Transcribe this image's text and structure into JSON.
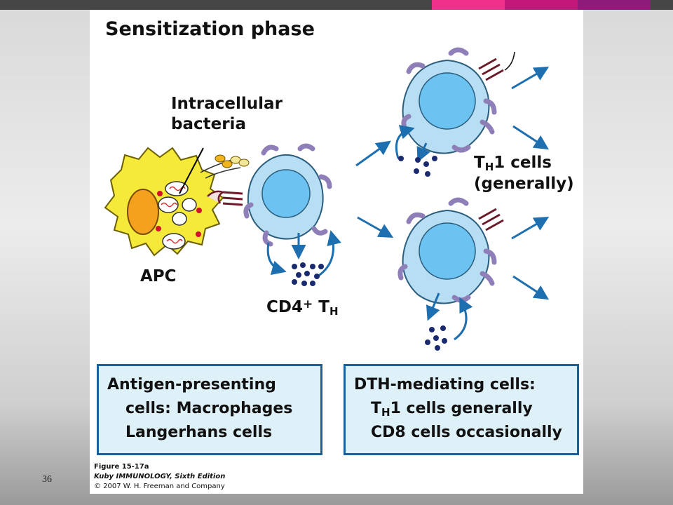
{
  "slide_number": "36",
  "colors": {
    "topbar": "#454545",
    "strip_pink": "#f0308a",
    "strip_magenta": "#c2187a",
    "strip_purple": "#8e1a7a",
    "cell": "#b8def3",
    "nucleus": "#6cc3f1",
    "arrow": "#1e6fb0"
  },
  "figure": {
    "title": "Sensitization phase",
    "labels": {
      "intracellular_1": "Intracellular",
      "intracellular_2": "bacteria",
      "apc": "APC",
      "cd4_prefix": "CD4",
      "cd4_plus": "+",
      "cd4_t": " T",
      "cd4_sub": "H",
      "th1_t": "T",
      "th1_sub": "H",
      "th1_rest": "1 cells",
      "th1_generally": "(generally)"
    },
    "box_left": {
      "line1": "Antigen-presenting",
      "line2": "cells: Macrophages",
      "line3": "Langerhans cells"
    },
    "box_right": {
      "line1": "DTH-mediating cells:",
      "line2_t": "T",
      "line2_sub": "H",
      "line2_rest": "1 cells generally",
      "line3": "CD8 cells occasionally"
    },
    "caption": {
      "figure": "Figure 15-17a",
      "book": "Kuby IMMUNOLOGY, Sixth Edition",
      "copyright": "© 2007 W. H. Freeman and Company"
    }
  }
}
